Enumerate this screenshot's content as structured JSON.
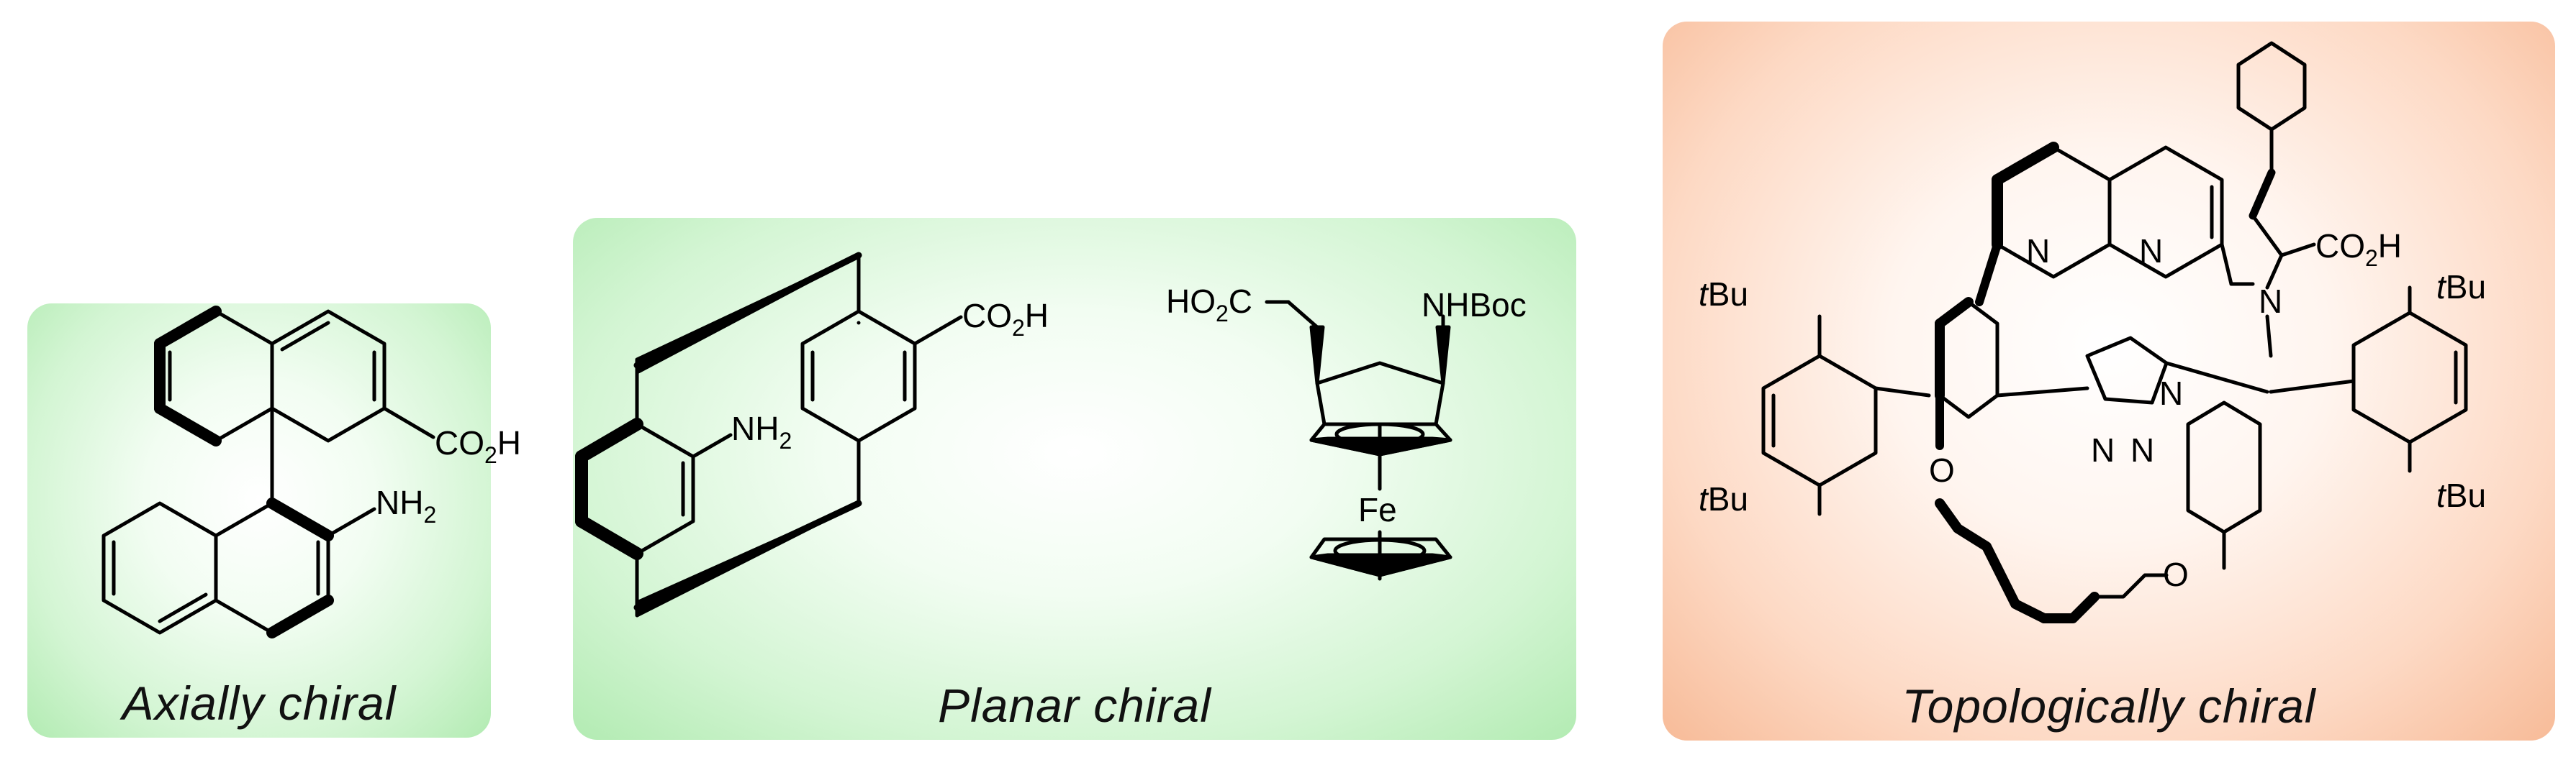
{
  "panels": {
    "axial": {
      "caption": "Axially chiral",
      "color": "#b2ebb2"
    },
    "planar": {
      "caption": "Planar chiral",
      "color": "#b2ebb2"
    },
    "topo": {
      "caption": "Topologically chiral",
      "color": "#f7bb98"
    }
  },
  "labels": {
    "co2h": "CO",
    "co2h_sub": "2",
    "co2h_tail": "H",
    "nh2": "NH",
    "nh2_sub": "2",
    "ho2c_head": "HO",
    "ho2c_sub": "2",
    "ho2c_tail": "C",
    "nhboc": "NHBoc",
    "fe": "Fe",
    "n": "N",
    "o": "O",
    "tbu_t": "t",
    "tbu": "Bu"
  }
}
